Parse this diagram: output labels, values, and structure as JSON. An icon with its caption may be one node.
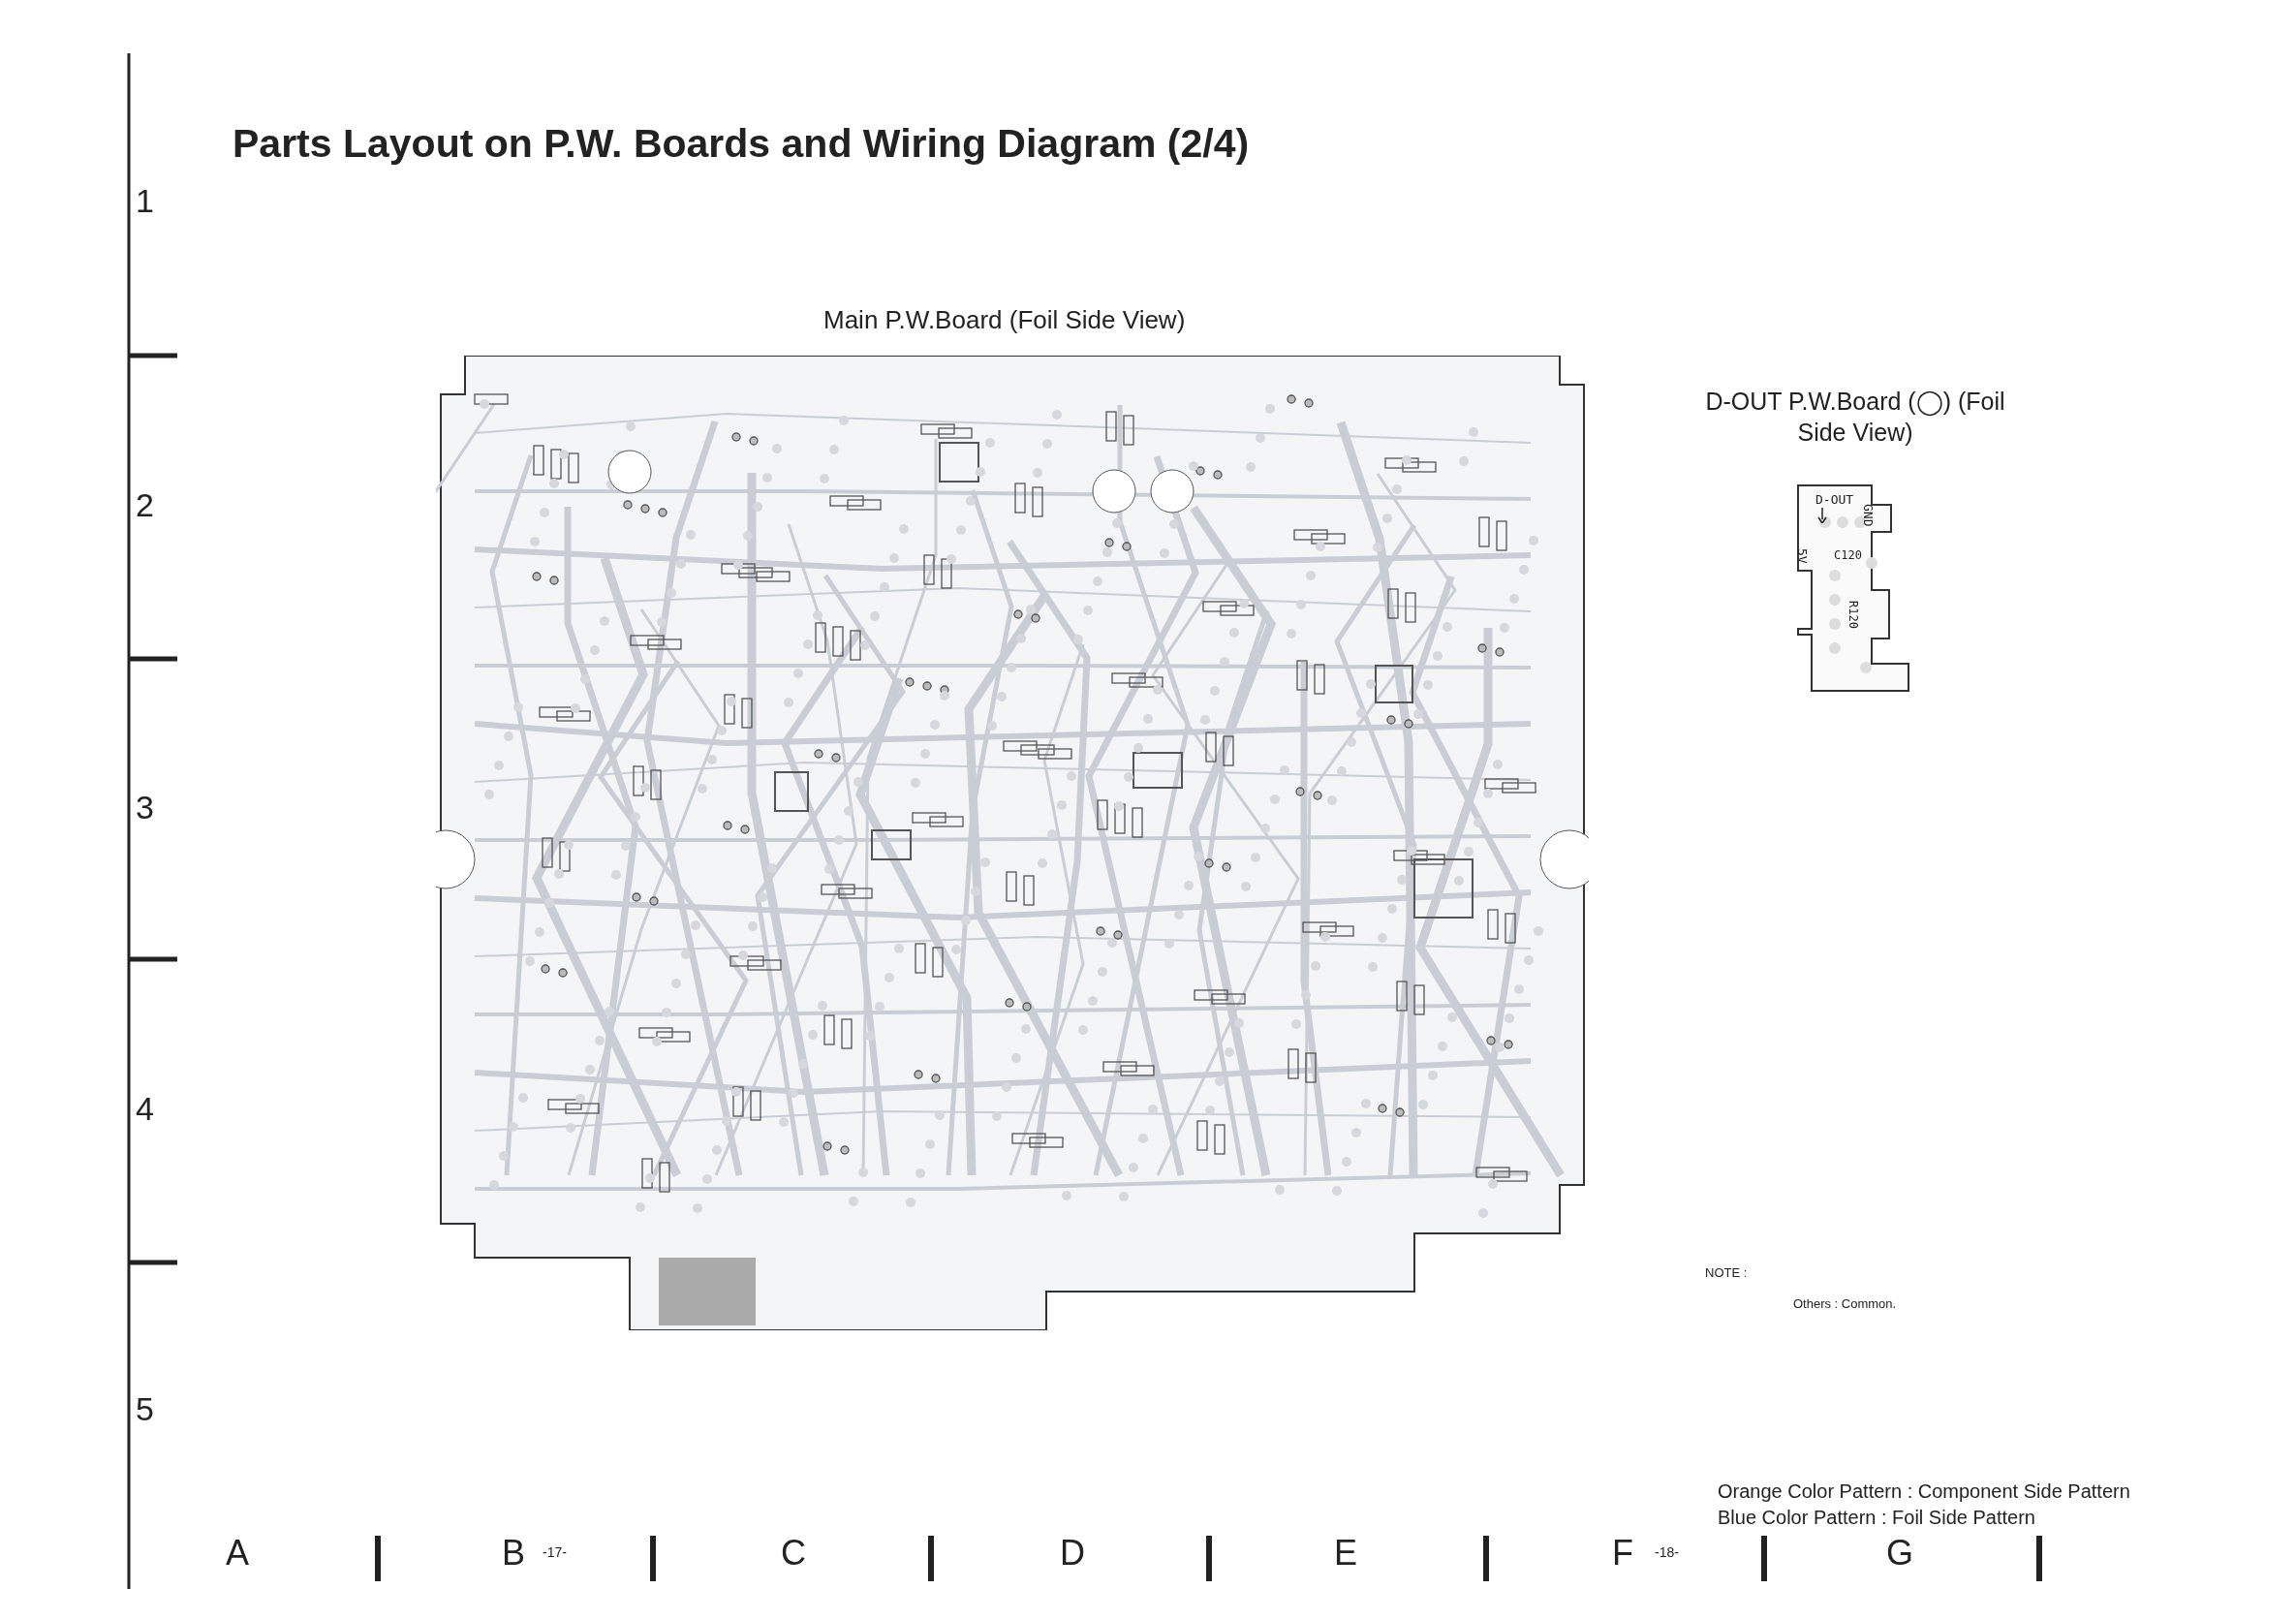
{
  "diagram": {
    "title": "Parts Layout on P.W. Boards and Wiring Diagram (2/4)",
    "nodes": [
      {
        "text": [
          "Main P.W.Board (Foil Side View)"
        ]
      },
      {
        "text": [
          "D-OUT P.W.Board (◯) (Foil Side View)",
          "D-OUT",
          "GND",
          "5V",
          "C120",
          "R120"
        ]
      }
    ],
    "edges": [],
    "labels": [
      "1",
      "2",
      "3",
      "4",
      "5",
      "NOTE :",
      "Others : Common.",
      "A",
      "B",
      "-17-",
      "C",
      "D",
      "E",
      "F",
      "-18-",
      "G",
      "Orange Color Pattern : Component Side Pattern",
      "Blue Color Pattern : Foil Side Pattern"
    ]
  }
}
